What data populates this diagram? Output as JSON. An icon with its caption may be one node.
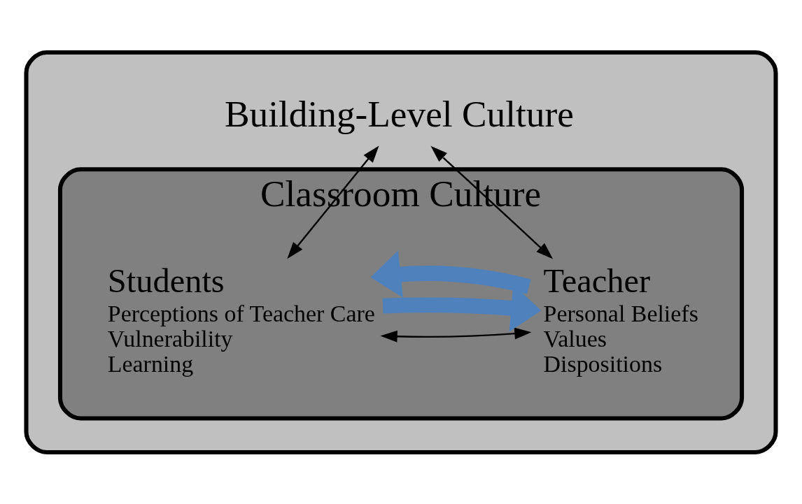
{
  "diagram": {
    "nodes": [
      {
        "text": [
          "Building-Level Culture"
        ]
      },
      {
        "text": [
          "Classroom Culture"
        ],
        "in": 0
      },
      {
        "text": [
          "Teacher",
          "Personal Beliefs",
          "Values",
          "Dispositions"
        ],
        "in": 1
      },
      {
        "text": [
          "Students",
          "Perceptions of Teacher Care",
          "Vulnerability",
          "Learning"
        ],
        "in": 1
      }
    ],
    "edges": [
      {
        "from": 0,
        "to": 2,
        "arrow": "both"
      },
      {
        "from": 0,
        "to": 3,
        "arrow": "both"
      },
      {
        "from": 2,
        "to": 3,
        "arrow": "both"
      },
      {
        "from": 3,
        "to": 2,
        "arrow": "to",
        "style": "thick",
        "color": "#4f81bd"
      },
      {
        "from": 2,
        "to": 3,
        "arrow": "to",
        "style": "thick",
        "color": "#4f81bd"
      }
    ]
  }
}
